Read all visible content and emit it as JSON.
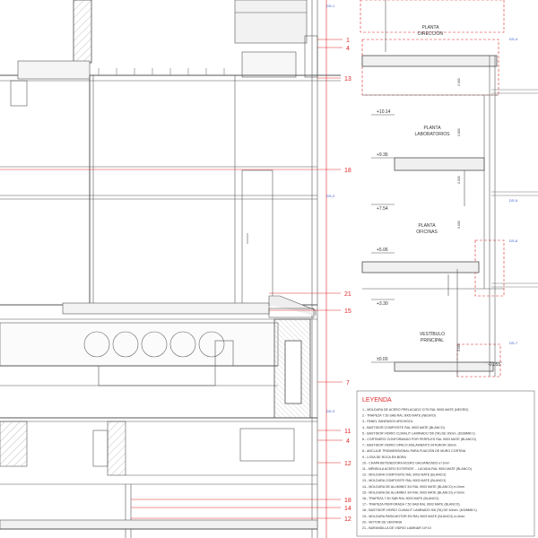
{
  "colors": {
    "line": "#555555",
    "red": "#e02828",
    "blue": "#3a5bd0",
    "hatch": "#999999"
  },
  "callouts": [
    "1",
    "4",
    "13",
    "18",
    "21",
    "15",
    "7",
    "11",
    "4",
    "12",
    "18",
    "14",
    "12"
  ],
  "floors": [
    {
      "name": "PLANTA DIRECCIÓN",
      "level": ""
    },
    {
      "name": "PLANTA LABORATORIOS",
      "level": "+10.14"
    },
    {
      "name": "PLANTA OFICINAS",
      "level": "+7.54"
    },
    {
      "name": "VESTÍBULO PRINCIPAL",
      "level": "+3.30"
    }
  ],
  "levels": [
    "+10.14",
    "+9.36",
    "+7.54",
    "+5.06",
    "+3.30",
    "±0.00",
    "-0.055"
  ],
  "dimensions": [
    "2.000",
    "2.800",
    "3.000",
    "2.000",
    "3.500"
  ],
  "section_tags": [
    "DS-1",
    "DS-2",
    "DS-3",
    "DS-4",
    "DS-5",
    "DS-6",
    "DS-7"
  ],
  "legend": {
    "title": "LEYENDA",
    "items": [
      "1.- MOLDURA DE ACERO PRELACADO C/75 RAL 9005 MATE (NEGRO)",
      "2.- TRAPEZA 7.50 SAB RAL 9005 MATE (NEGRO)",
      "3.- PANEL SANDWICH ARCHIGOL",
      "4.- BASTIDOR COMPOSITE RAL 9003 MATE (BLANCO)",
      "5.- BASTIDOR VIDRIO CLIMALIT LAMINADO 5/6 (TA) DE 30mm. (6/3/8MM 1)",
      "6.- CORTINERO CONFORMADO POR PERFILES RAL 9003 MATE (BLANCO)",
      "7.- BASTIDOR VIDRIO OPACO AISLAMIENTO INTERIOR 36mm",
      "8.- ANCLAJE TRIDIMENSIONAL PARA FIJACIÓN DE MURO CORTINA",
      "9.- LOSA DE ROCA EN BORA",
      "10.- CHAPA BETENEDORA ACERO GALVANIZADO e=1mm",
      "11.- MÉNSULA ACERO EXTERIOR ... LACADA RAL 9004 MATE (BLANCO)",
      "12.- MOLDURA COMPOSITE RAL 9003 MATE (BLANCO)",
      "13.- MOLDURA COMPOSITE RAL 9003 MATE (BLANCO)",
      "14.- MOLDURA DE ALUMINIO 3/4 RAL 9003 MATE (BLANCO) e=2mm",
      "15.- MOLDURA DE ALUMINIO 3/4 RAL 9003 MATE (BLANCO) e=3mm",
      "16.- TRAPEZA 7.50 SAB RAL 9003 MATE (BLANCO)",
      "17.- TRAPEZA PERFORADA 7.50 SAB RAL 9003 MATE (BLANCO)",
      "18.- BASTIDOR VIDRIO CLIMALIT LAMINADO 5/6 (TA) DE 40mm. (6/3/8MM 1)",
      "19.- MOLDURA PARA MOTOR EN RAL 9003 MATE (BLANCO) e=2mm",
      "20.- MOTOR DE VENTANA",
      "21.- BARANDILLA DE VIDRIO LAMINAR 10+10"
    ]
  }
}
